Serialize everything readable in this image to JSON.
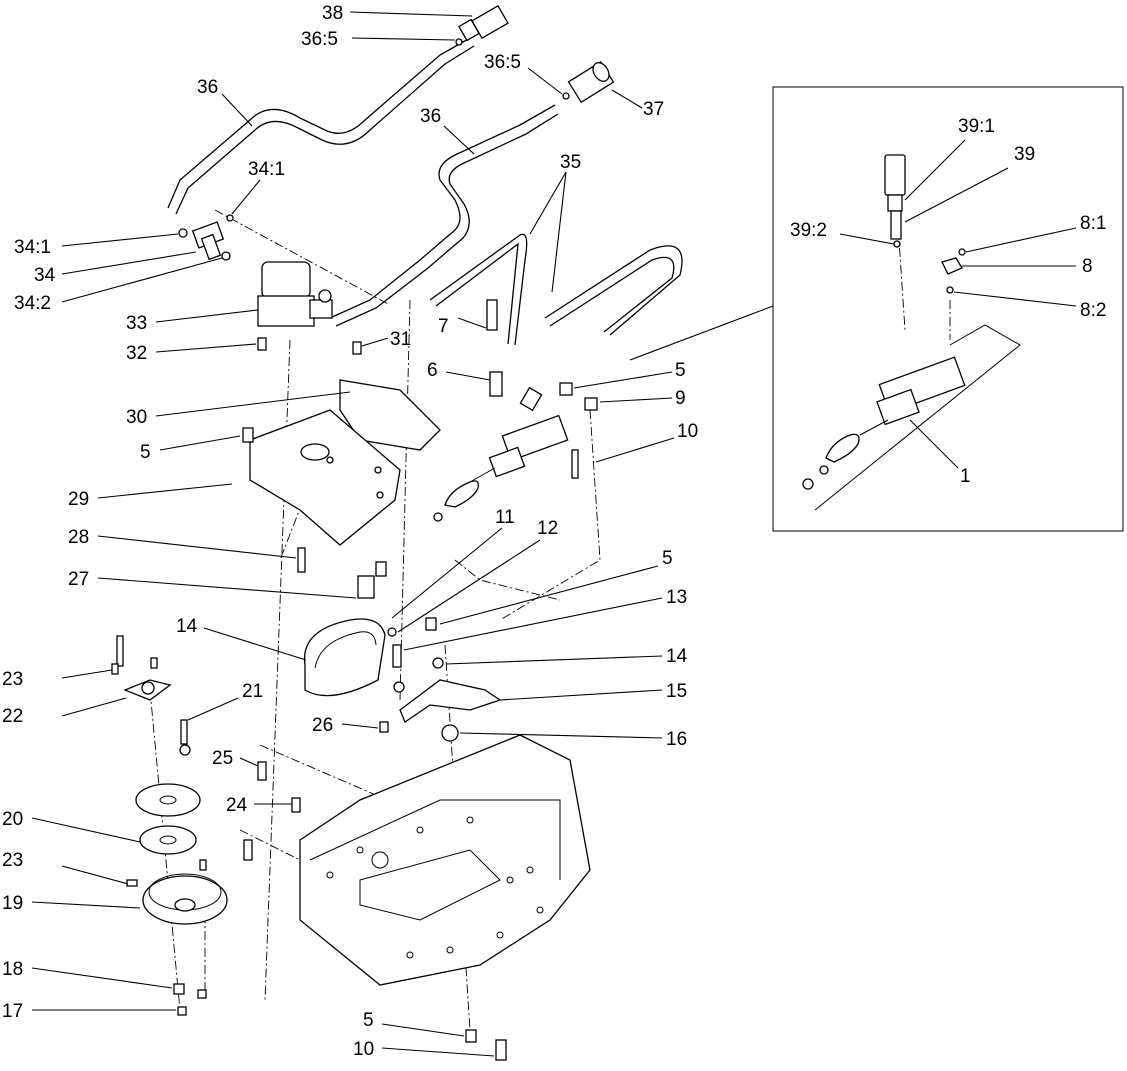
{
  "callouts": {
    "c38": "38",
    "c36_5a": "36:5",
    "c36_5b": "36:5",
    "c37": "37",
    "c36a": "36",
    "c36b": "36",
    "c34_1a": "34:1",
    "c35": "35",
    "c34_1b": "34:1",
    "c34": "34",
    "c34_2": "34:2",
    "c33": "33",
    "c7": "7",
    "c32": "32",
    "c31": "31",
    "c6": "6",
    "c5a": "5",
    "c9": "9",
    "c30": "30",
    "c10a": "10",
    "c5b": "5",
    "c29": "29",
    "c11": "11",
    "c12": "12",
    "c28": "28",
    "c5c": "5",
    "c27": "27",
    "c13": "13",
    "c14a": "14",
    "c14b": "14",
    "c15": "15",
    "c23a": "23",
    "c22": "22",
    "c21": "21",
    "c26": "26",
    "c16": "16",
    "c25": "25",
    "c24": "24",
    "c20": "20",
    "c23b": "23",
    "c19": "19",
    "c18": "18",
    "c17": "17",
    "c5d": "5",
    "c10b": "10"
  },
  "inset": {
    "c39_1": "39:1",
    "c39": "39",
    "c39_2": "39:2",
    "c8_1": "8:1",
    "c8": "8",
    "c8_2": "8:2",
    "c1": "1"
  },
  "colors": {
    "line": "#000000",
    "background": "#ffffff"
  }
}
